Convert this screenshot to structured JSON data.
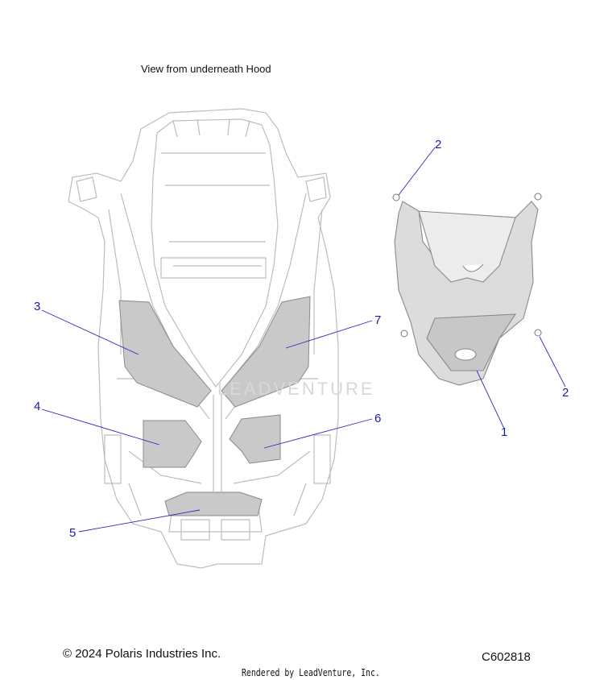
{
  "caption": "View from underneath Hood",
  "copyright": "© 2024 Polaris Industries Inc.",
  "figure_id": "C602818",
  "rendered_by": "Rendered by LeadVenture, Inc.",
  "watermark": "LEADVENTURE",
  "callouts": {
    "c1": "1",
    "c2a": "2",
    "c2b": "2",
    "c3": "3",
    "c4": "4",
    "c5": "5",
    "c6": "6",
    "c7": "7"
  },
  "colors": {
    "outline": "#b8b8b8",
    "panel": "#c9c9c9",
    "leader": "#2b2bbf",
    "callout": "#1a1aa8"
  }
}
